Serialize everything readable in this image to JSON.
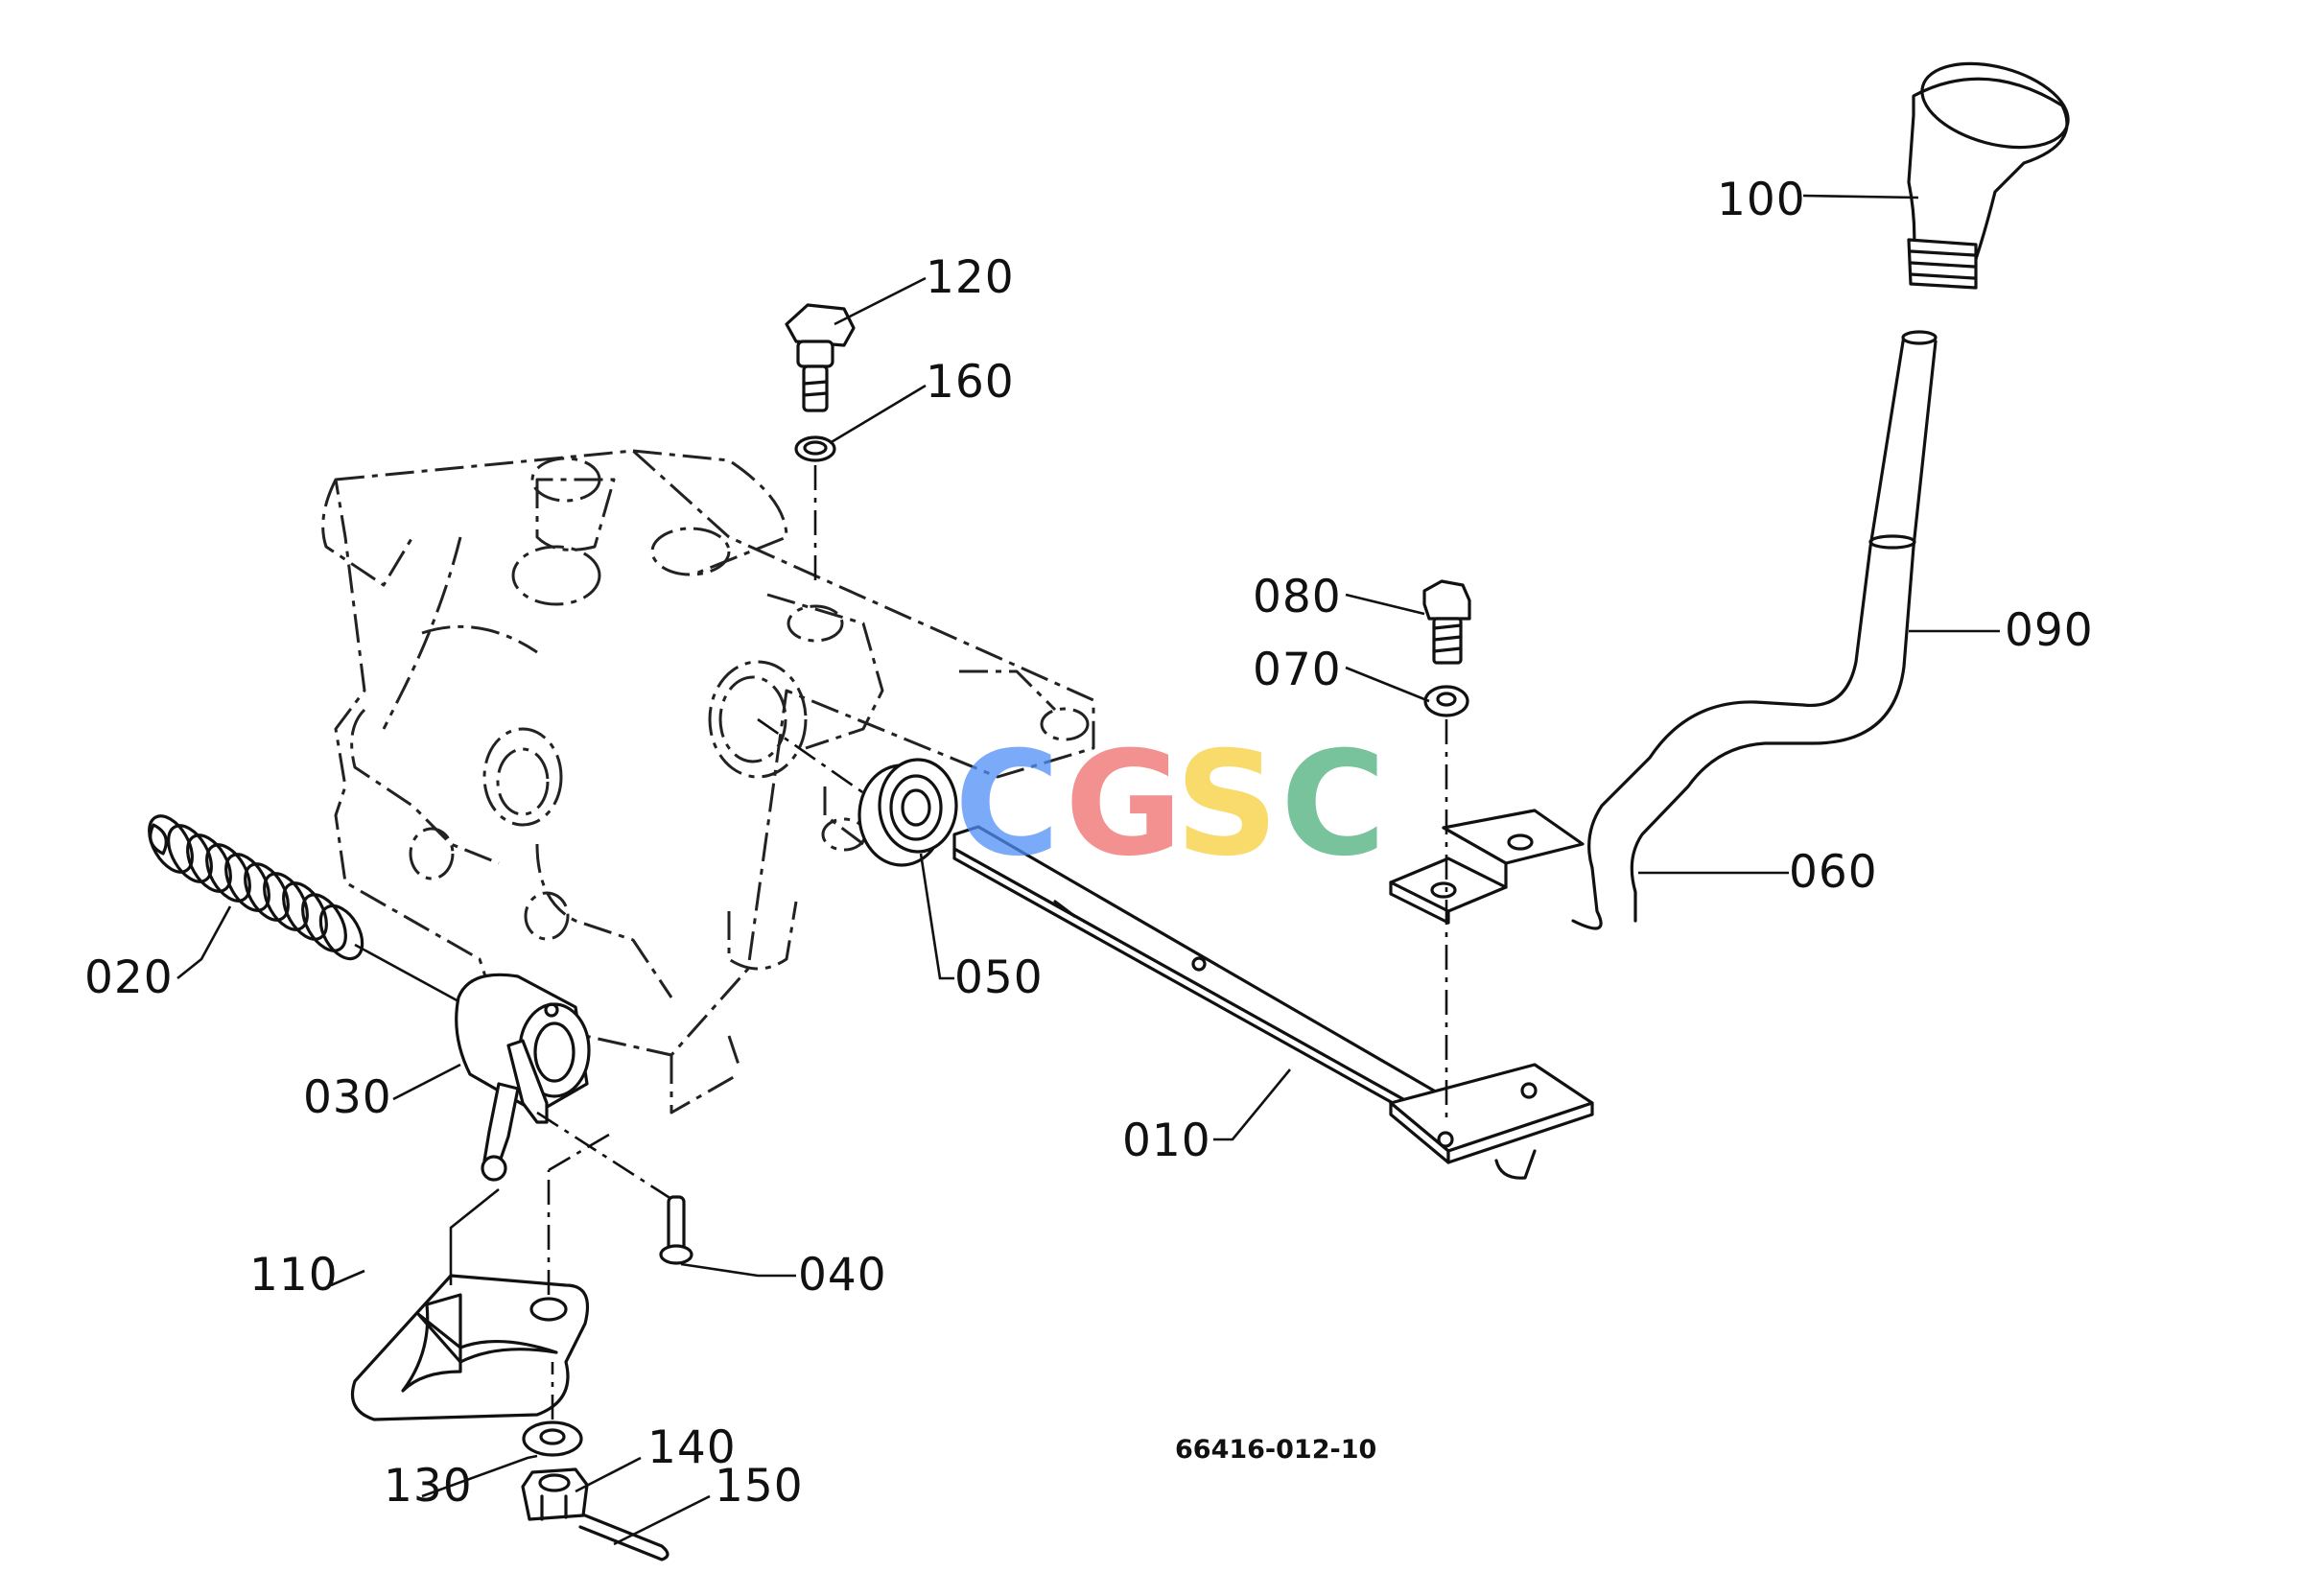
{
  "diagram": {
    "drawing_code": "66416-012-10",
    "watermark": {
      "letters": [
        "C",
        "G",
        "S",
        "C"
      ],
      "colors": [
        "#4f8ef7",
        "#f06b6b",
        "#f7cf3c",
        "#4caf7a"
      ]
    },
    "part_labels": [
      "010",
      "020",
      "030",
      "040",
      "050",
      "060",
      "070",
      "080",
      "090",
      "100",
      "110",
      "120",
      "130",
      "140",
      "150",
      "160"
    ]
  }
}
